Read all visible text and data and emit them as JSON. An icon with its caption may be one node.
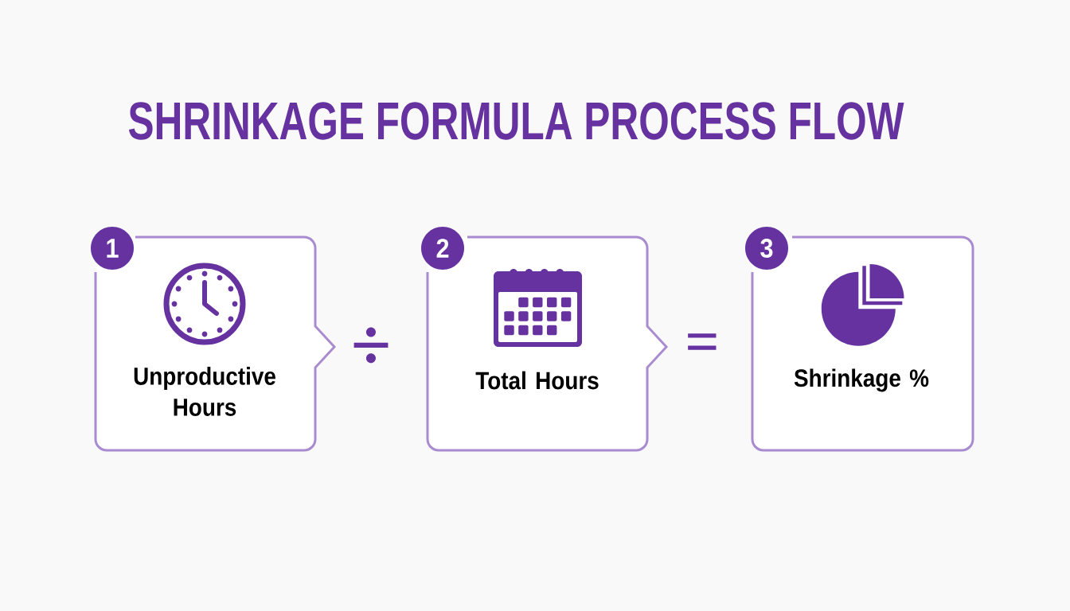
{
  "diagram": {
    "title": "SHRINKAGE FORMULA PROCESS FLOW",
    "nodes": [
      {
        "text": [
          "1"
        ]
      },
      {
        "text": [
          "Unproductive Hours"
        ]
      },
      {
        "text": [
          "2"
        ]
      },
      {
        "text": [
          "Total Hours"
        ]
      },
      {
        "text": [
          "3"
        ]
      },
      {
        "text": [
          "Shrinkage %"
        ]
      }
    ],
    "labels": [
      "÷",
      "="
    ]
  }
}
